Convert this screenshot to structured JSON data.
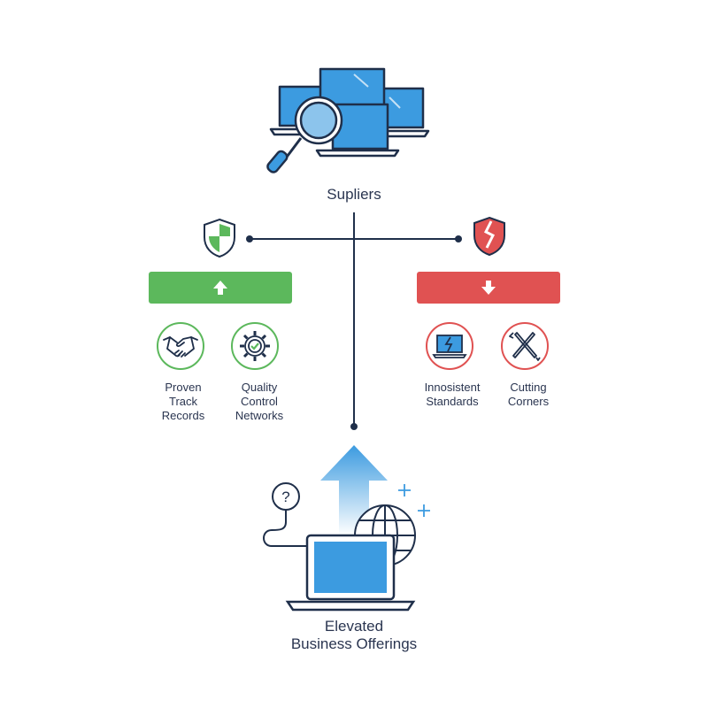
{
  "diagram": {
    "top_node": {
      "label": "Supliers"
    },
    "bottom_node": {
      "label_line1": "Elevated",
      "label_line2": "Business Offerings"
    },
    "positive_branch": {
      "color": "#5cb85c",
      "items": [
        {
          "label_lines": [
            "Proven",
            "Track",
            "Records"
          ]
        },
        {
          "label_lines": [
            "Quality",
            "Control",
            "Networks"
          ]
        }
      ]
    },
    "negative_branch": {
      "color": "#e05252",
      "items": [
        {
          "label_lines": [
            "Innosistent",
            "Standards"
          ]
        },
        {
          "label_lines": [
            "Cutting",
            "Corners"
          ]
        }
      ]
    },
    "question_mark": "?",
    "accent_blue": "#3c9be0",
    "line_color": "#1f2f4a"
  }
}
